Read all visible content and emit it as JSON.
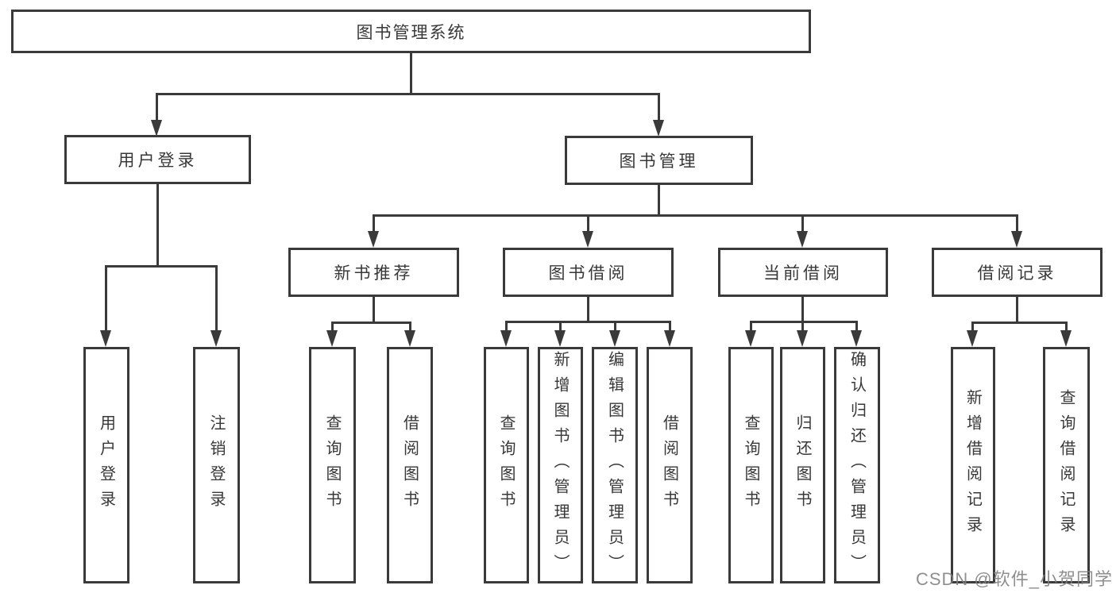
{
  "watermark": "CSDN @软件_小贺同学",
  "colors": {
    "line": "#3a3a3a",
    "box_border": "#3a3a3a",
    "text": "#383838",
    "watermark": "#808080",
    "background": "#ffffff"
  },
  "tree": {
    "root": {
      "label": "图书管理系统"
    },
    "branches": [
      {
        "label": "用户登录",
        "children": [
          {
            "label": "用户登录"
          },
          {
            "label": "注销登录"
          }
        ]
      },
      {
        "label": "图书管理",
        "children": [
          {
            "label": "新书推荐",
            "children": [
              {
                "label": "查询图书"
              },
              {
                "label": "借阅图书"
              }
            ]
          },
          {
            "label": "图书借阅",
            "children": [
              {
                "label": "查询图书"
              },
              {
                "label": "新增图书（管理员）"
              },
              {
                "label": "编辑图书（管理员）"
              },
              {
                "label": "借阅图书"
              }
            ]
          },
          {
            "label": "当前借阅",
            "children": [
              {
                "label": "查询图书"
              },
              {
                "label": "归还图书"
              },
              {
                "label": "确认归还（管理员）"
              }
            ]
          },
          {
            "label": "借阅记录",
            "children": [
              {
                "label": "新增借阅记录"
              },
              {
                "label": "查询借阅记录"
              }
            ]
          }
        ]
      }
    ]
  }
}
